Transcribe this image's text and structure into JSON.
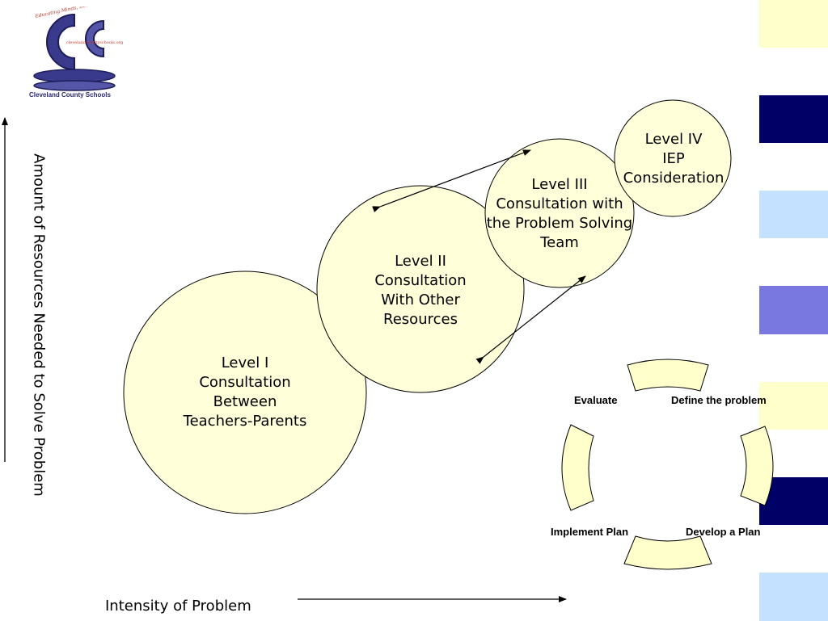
{
  "logo": {
    "name": "Cleveland County Schools",
    "url_text": "clevelandcountyschools.org",
    "tagline": "Educating Minds, Developing Futures",
    "primary_color": "#3a3a8c",
    "accent_color": "#c0392b"
  },
  "axes": {
    "y_label": "Amount of Resources Needed to Solve Problem",
    "x_label": "Intensity of Problem"
  },
  "levels": [
    {
      "id": "level-1",
      "lines": [
        "Level I",
        "Consultation",
        "Between",
        "Teachers-Parents"
      ]
    },
    {
      "id": "level-2",
      "lines": [
        "Level II",
        "Consultation",
        "With Other",
        "Resources"
      ]
    },
    {
      "id": "level-3",
      "lines": [
        "Level III",
        "Consultation with",
        "the Problem Solving",
        "Team"
      ]
    },
    {
      "id": "level-4",
      "lines": [
        "Level IV",
        "IEP",
        "Consideration"
      ]
    }
  ],
  "cycle": {
    "steps": [
      "Evaluate",
      "Define the problem",
      "Develop a Plan",
      "Implement Plan"
    ]
  },
  "colors": {
    "circle_fill": "#ffffd9",
    "arc_fill": "#ffffcc",
    "stripes": [
      "#ffffcc",
      "#ffffff",
      "#000066",
      "#ffffff",
      "#c4e1ff",
      "#ffffff",
      "#7878e0",
      "#ffffff",
      "#ffffcc",
      "#ffffff",
      "#000066",
      "#ffffff",
      "#c4e1ff"
    ]
  }
}
